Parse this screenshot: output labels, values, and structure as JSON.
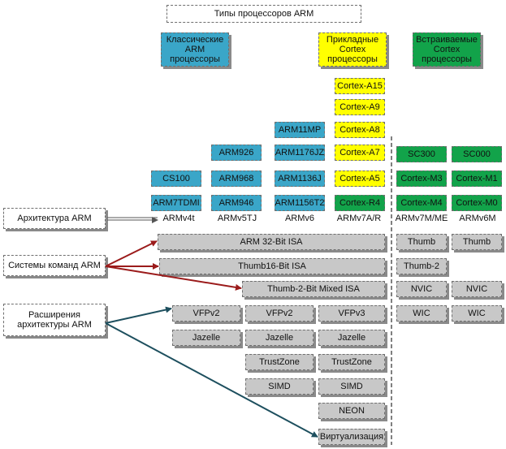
{
  "title": "Типы процессоров ARM",
  "categories": {
    "classic": "Классические ARM процессоры",
    "applied": "Прикладные Cortex процессоры",
    "embedded": "Встраиваемые Cortex процессоры"
  },
  "processors": {
    "a15": "Cortex-A15",
    "a9": "Cortex-A9",
    "a8": "Cortex-A8",
    "a7": "Cortex-A7",
    "a5": "Cortex-A5",
    "r4": "Cortex-R4",
    "arm11mp": "ARM11MP",
    "arm1176jz": "ARM1176JZ",
    "arm1136j": "ARM1136J",
    "arm1156t2": "ARM1156T2",
    "arm926": "ARM926",
    "arm968": "ARM968",
    "arm946": "ARM946",
    "cs100": "CS100",
    "arm7tdmi": "ARM7TDMI",
    "sc300": "SC300",
    "sc000": "SC000",
    "m3": "Cortex-M3",
    "m1": "Cortex-M1",
    "m4": "Cortex-M4",
    "m0": "Cortex-M0"
  },
  "arch_versions": {
    "v4t": "ARMv4t",
    "v5tj": "ARMv5TJ",
    "v6": "ARMv6",
    "v7ar": "ARMv7A/R",
    "v7mme": "ARMv7M/ME",
    "v6m": "ARMv6M"
  },
  "left_labels": {
    "arch": "Архитектура ARM",
    "isa": "Системы команд ARM",
    "ext": "Расширения архитектуры ARM"
  },
  "isa": {
    "arm32": "ARM 32-Bit ISA",
    "thumb16": "Thumb16-Bit ISA",
    "thumb2mixed": "Thumb-2-Bit Mixed ISA"
  },
  "embedded_features": {
    "thumb_a": "Thumb",
    "thumb_b": "Thumb",
    "thumb2": "Thumb-2",
    "nvic_a": "NVIC",
    "nvic_b": "NVIC",
    "wic_a": "WIC",
    "wic_b": "WIC"
  },
  "extensions": {
    "vfpv2_a": "VFPv2",
    "vfpv2_b": "VFPv2",
    "vfpv3": "VFPv3",
    "jazelle_a": "Jazelle",
    "jazelle_b": "Jazelle",
    "jazelle_c": "Jazelle",
    "trustzone_a": "TrustZone",
    "trustzone_b": "TrustZone",
    "simd_a": "SIMD",
    "simd_b": "SIMD",
    "neon": "NEON",
    "virt": "Виртуализация"
  },
  "colors": {
    "classic": "#3aa6c8",
    "applied": "#ffff00",
    "embedded": "#12a34a",
    "feature": "#c8c8c8",
    "isa_arrow": "#9b1b1b",
    "ext_arrow": "#1d4f5e"
  }
}
